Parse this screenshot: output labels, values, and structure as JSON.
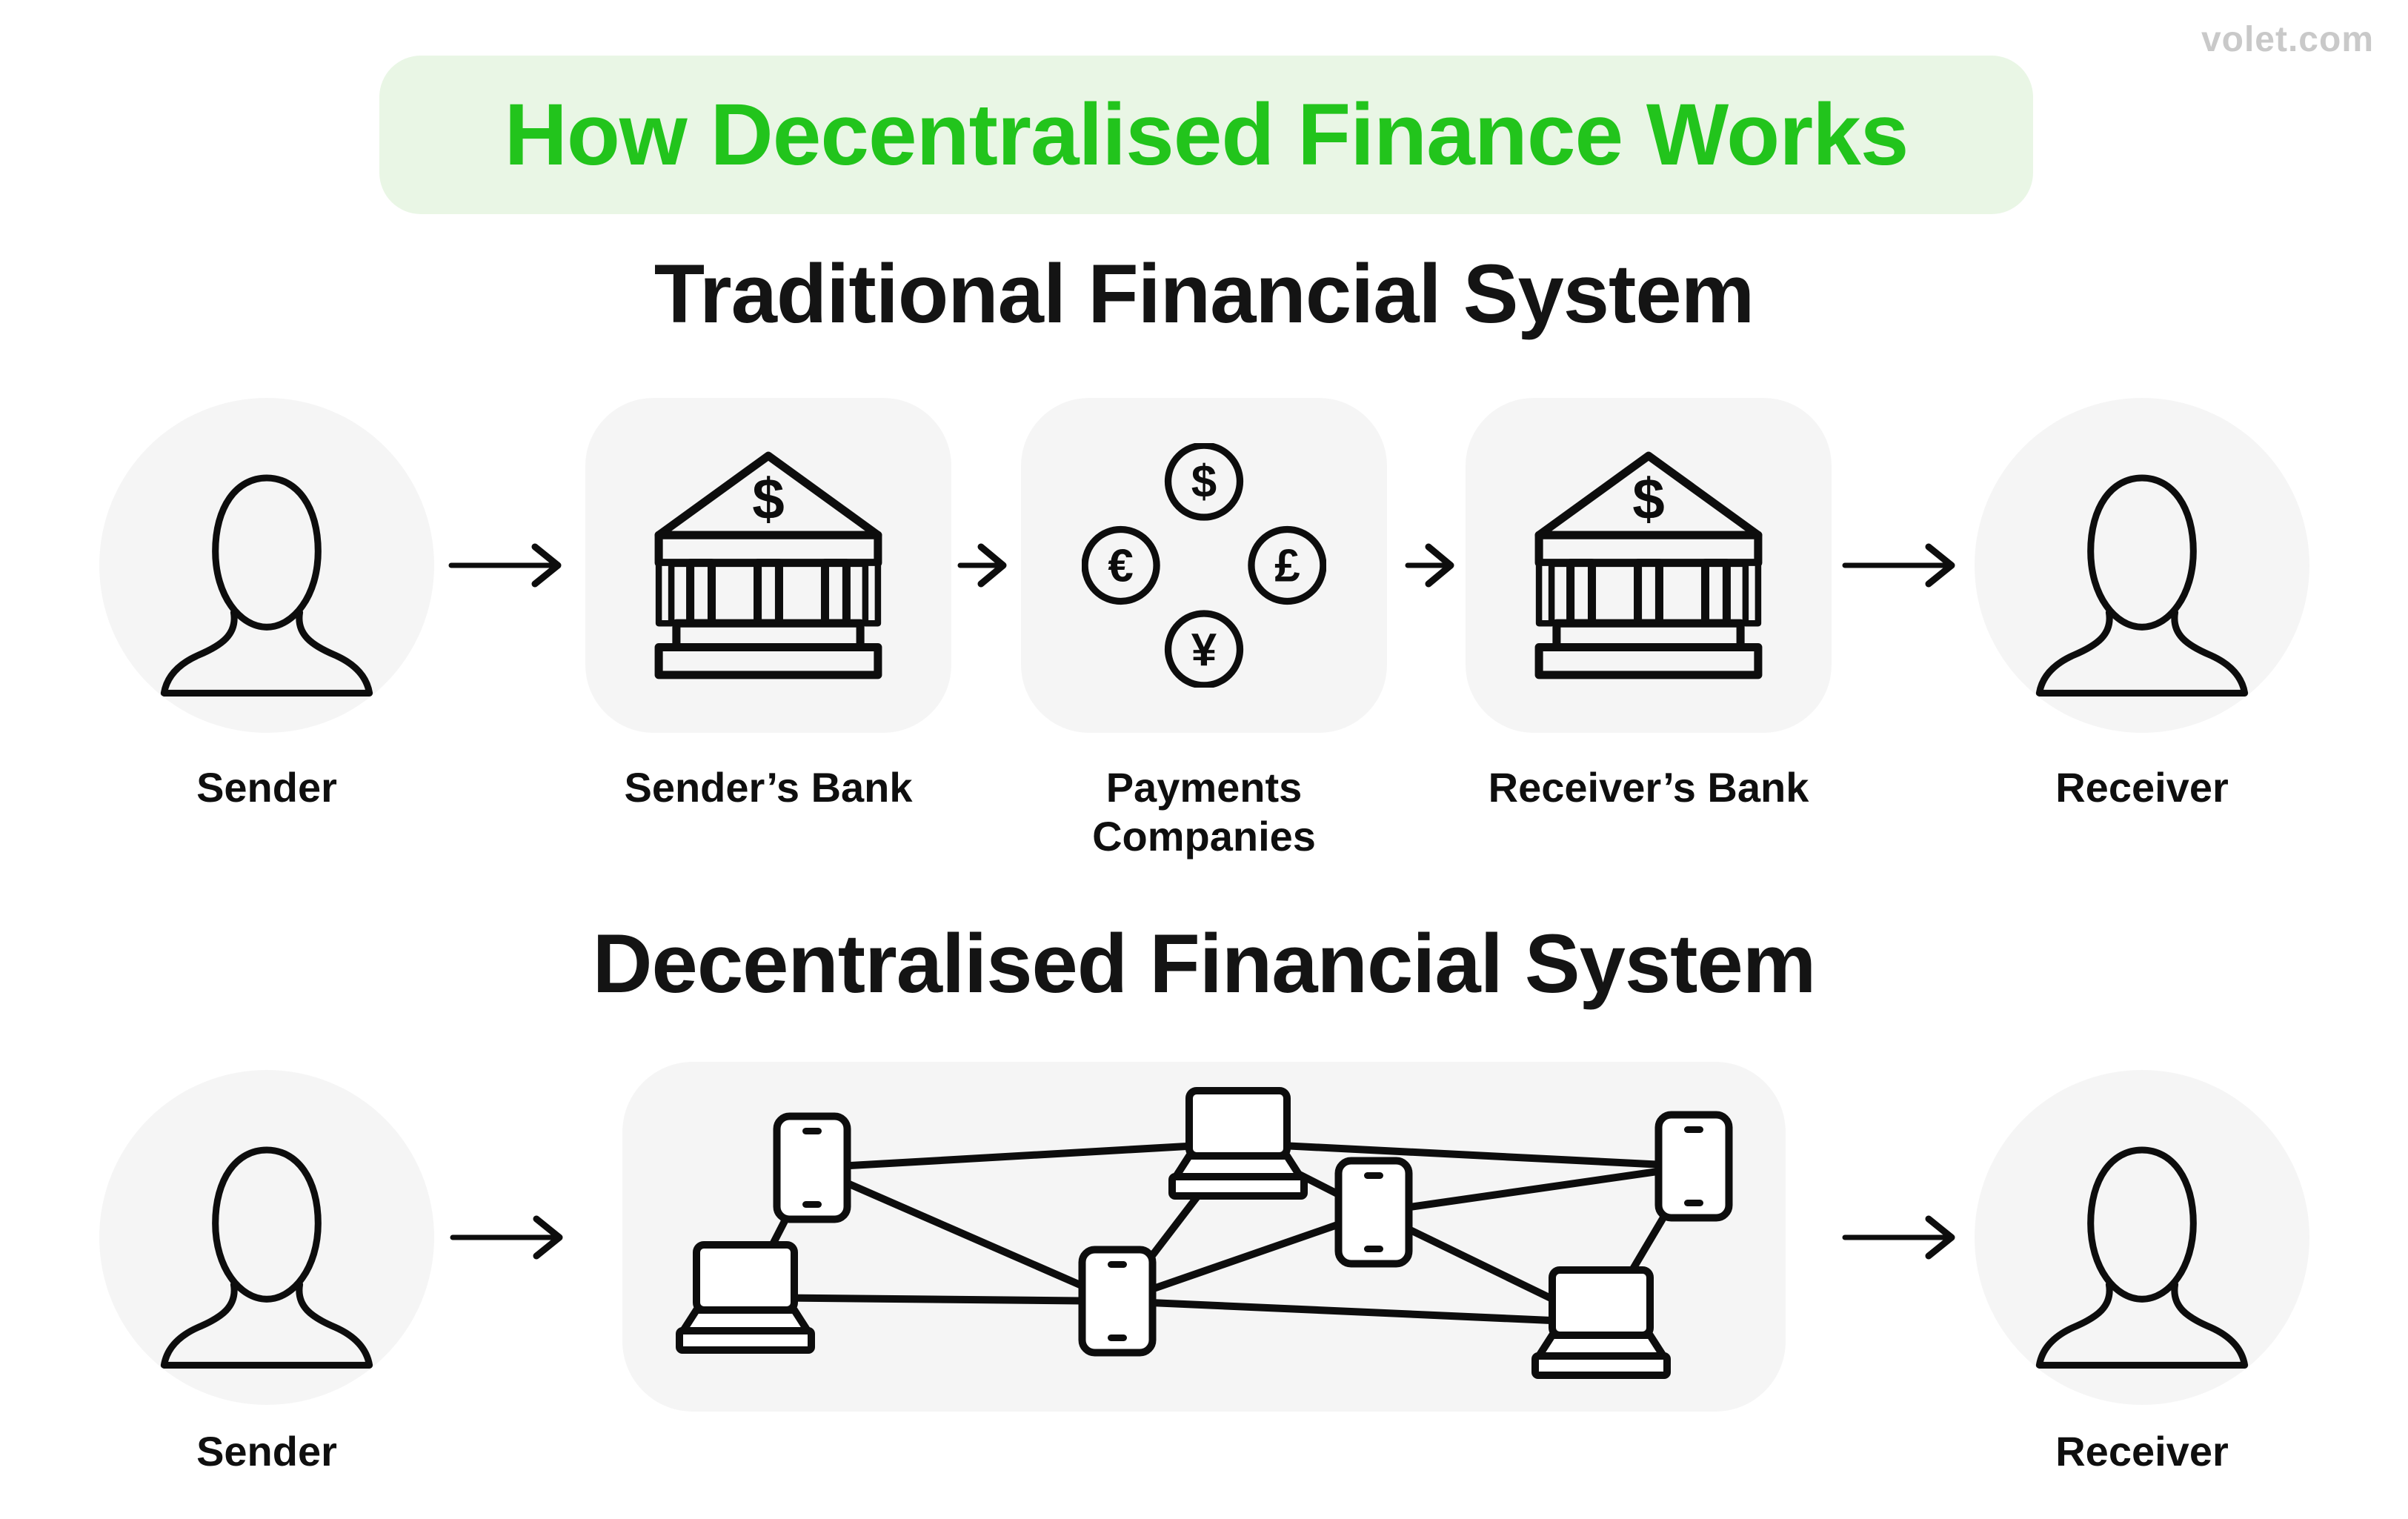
{
  "watermark": "volet.com",
  "banner": {
    "title": "How Decentralised Finance Works"
  },
  "traditional": {
    "heading": "Traditional Financial System",
    "nodes": {
      "sender": "Sender",
      "senders_bank": "Sender’s Bank",
      "payments_line1": "Payments",
      "payments_line2": "Companies",
      "receivers_bank": "Receiver’s Bank",
      "receiver": "Receiver"
    }
  },
  "decentralised": {
    "heading": "Decentralised Financial System",
    "nodes": {
      "sender": "Sender",
      "receiver": "Receiver"
    }
  },
  "symbols": {
    "dollar": "$",
    "euro": "€",
    "pound": "£",
    "yen": "¥"
  },
  "colors": {
    "accent_green": "#22c41c",
    "banner_bg": "#e9f6e5",
    "tile_bg": "#f5f5f5",
    "ink": "#0d0d0d",
    "watermark_gray": "#c9c9c9"
  }
}
